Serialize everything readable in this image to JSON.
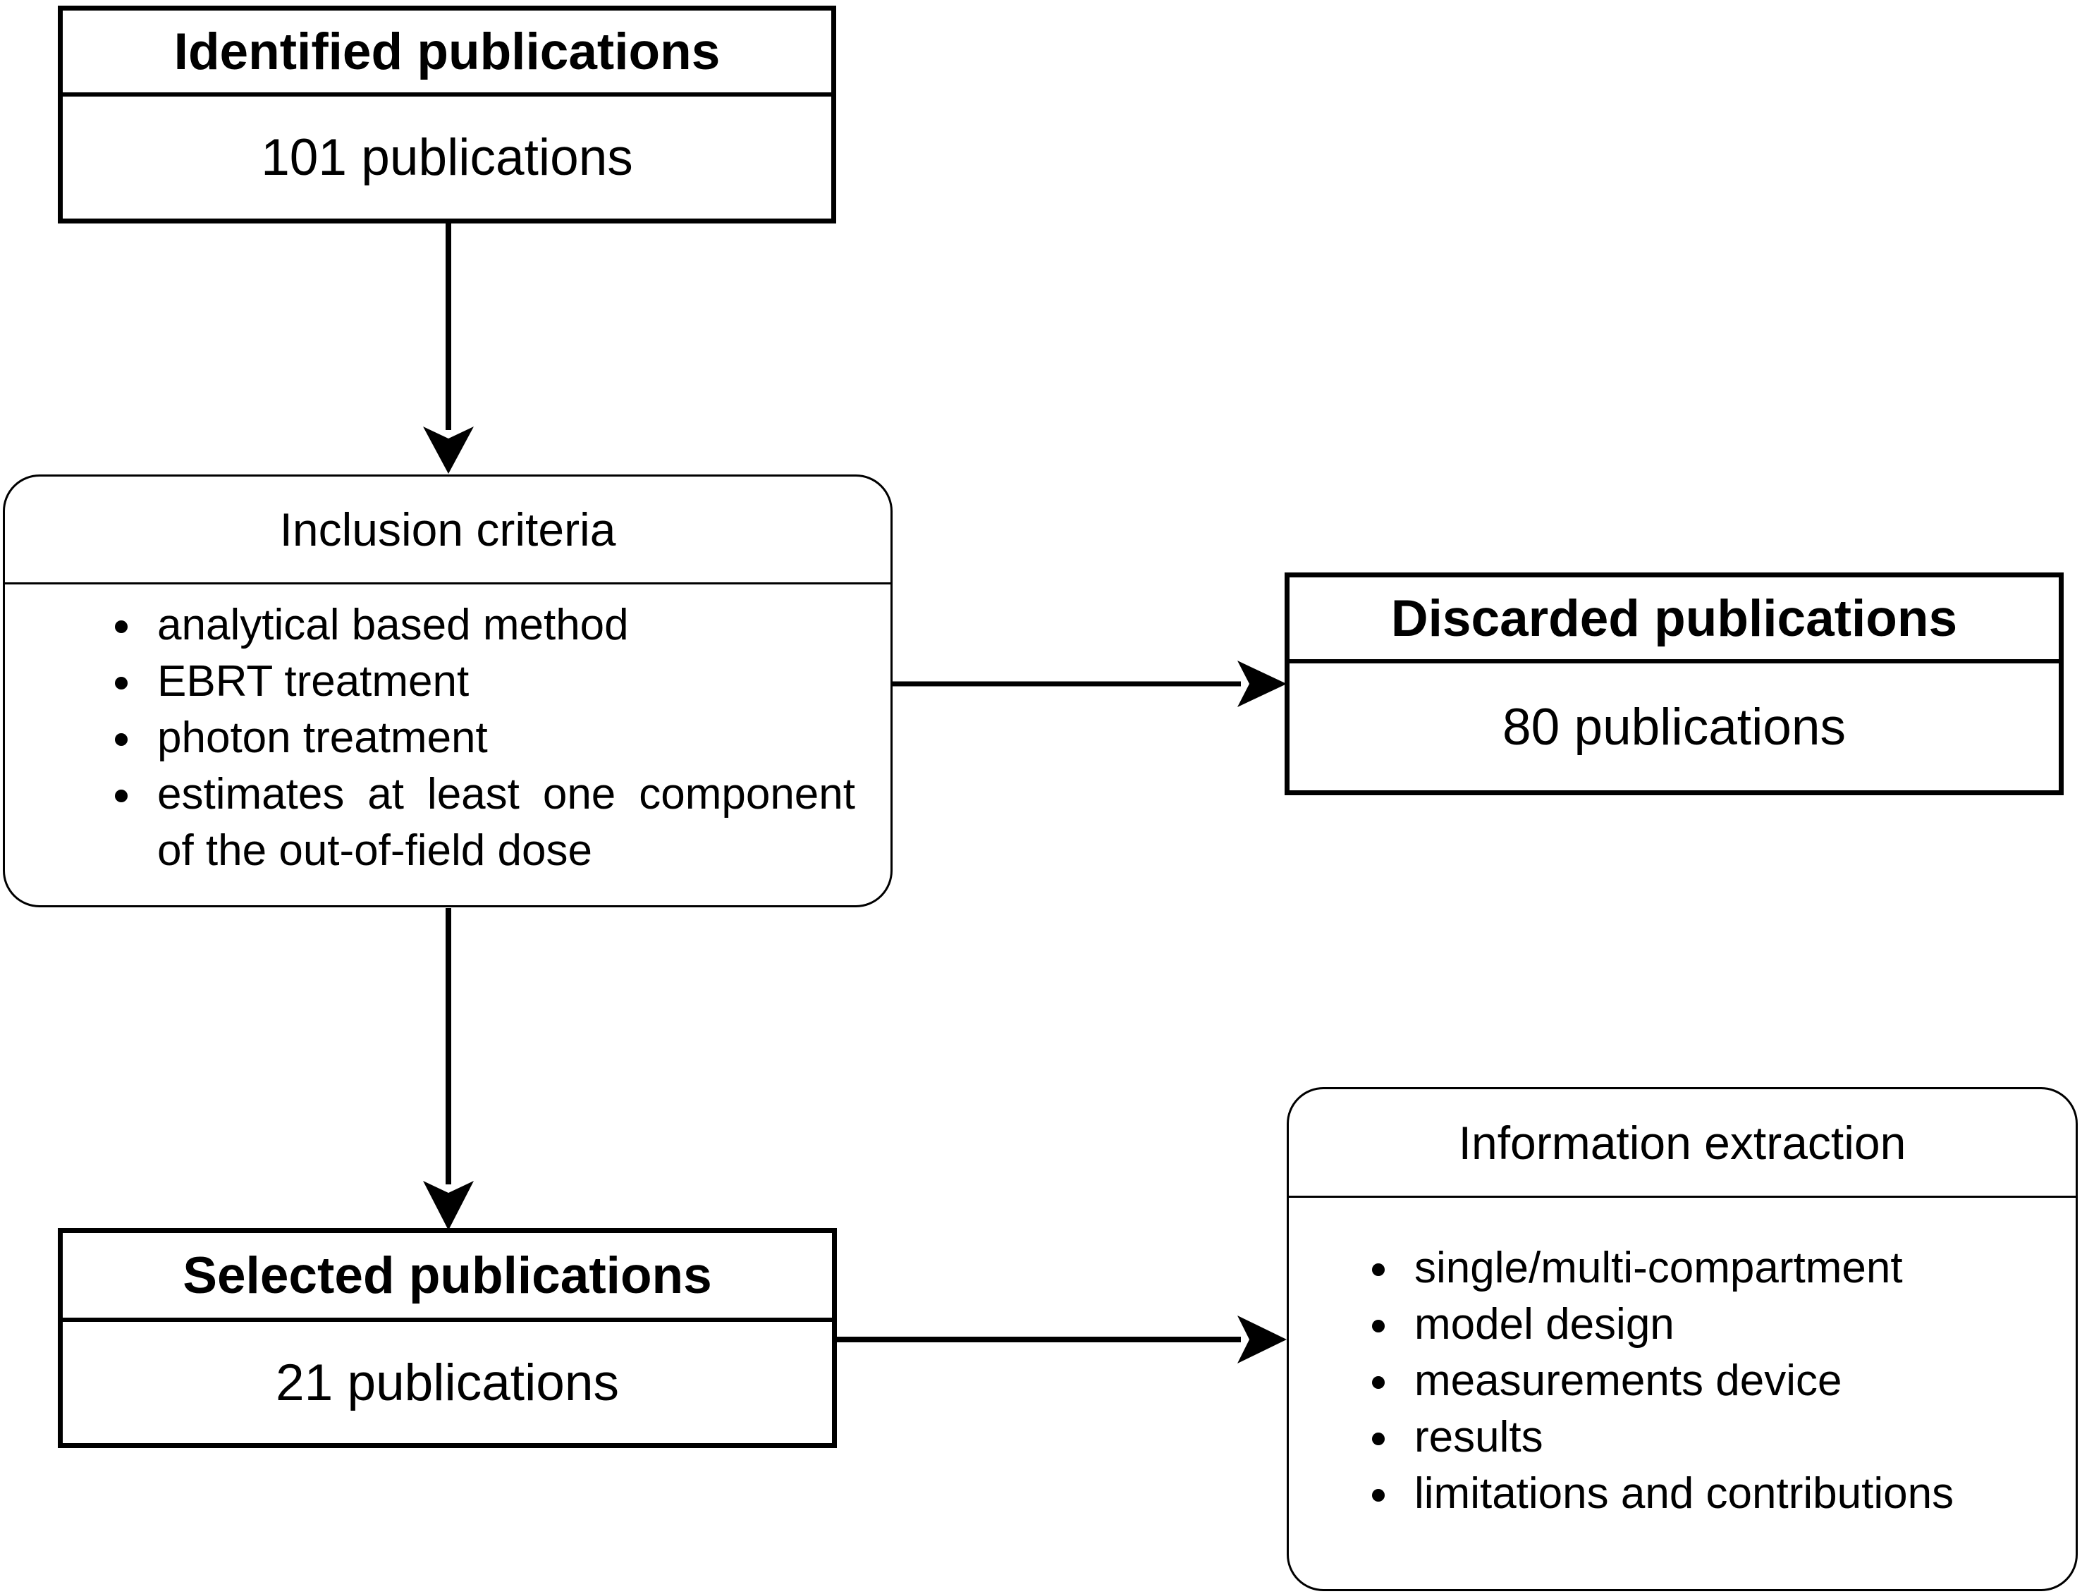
{
  "identified": {
    "title": "Identified publications",
    "count_text": "101 publications"
  },
  "inclusion": {
    "title": "Inclusion criteria",
    "items": [
      "analytical based method",
      "EBRT treatment",
      "photon treatment",
      "estimates at least one component of the out-of-field dose"
    ]
  },
  "discarded": {
    "title": "Discarded publications",
    "count_text": "80 publications"
  },
  "selected": {
    "title": "Selected publications",
    "count_text": "21 publications"
  },
  "extraction": {
    "title": "Information extraction",
    "items": [
      "single/multi-compartment",
      "model design",
      "measurements device",
      "results",
      "limitations and contributions"
    ]
  }
}
